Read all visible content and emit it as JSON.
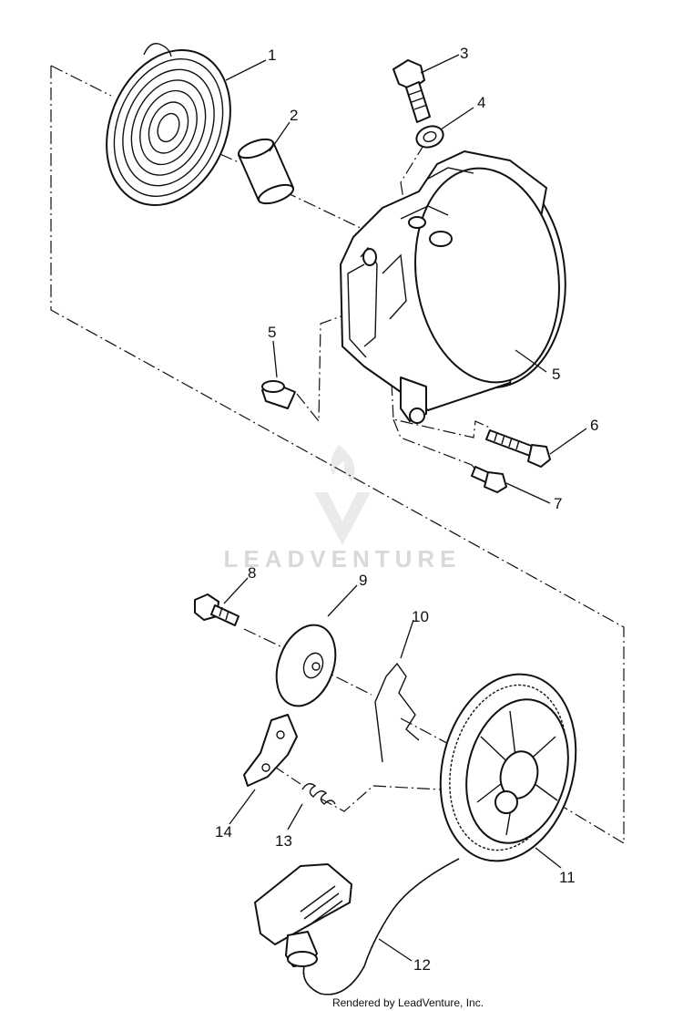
{
  "diagram": {
    "callouts": [
      "1",
      "2",
      "3",
      "4",
      "5",
      "5",
      "6",
      "7",
      "8",
      "9",
      "10",
      "11",
      "12",
      "13",
      "14"
    ],
    "watermark": "LEADVENTURE",
    "credit": "Rendered by LeadVenture, Inc."
  },
  "colors": {
    "ink": "#111111",
    "watermark": "#d9d9d9",
    "background": "#ffffff"
  },
  "icons": {
    "watermark_logo": "flame-v-logo-icon"
  }
}
